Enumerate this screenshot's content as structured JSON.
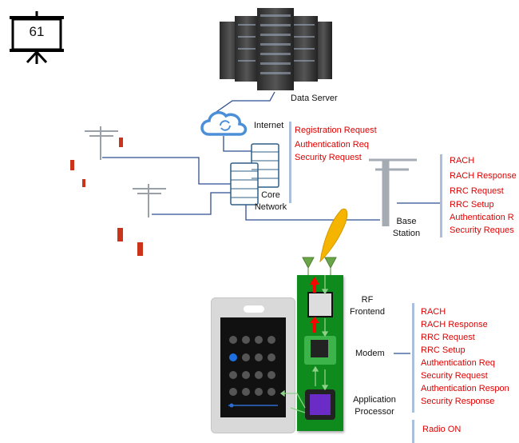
{
  "slide_number": "61",
  "labels": {
    "data_server": "Data Server",
    "internet": "Internet",
    "core_network": [
      "Core",
      "Network"
    ],
    "base_station": [
      "Base",
      "Station"
    ],
    "rf_frontend": [
      "RF",
      "Frontend"
    ],
    "modem": "Modem",
    "application_processor": [
      "Application",
      "Processor"
    ]
  },
  "core_messages": [
    "Registration Request",
    "Authentication Req",
    "Security Request"
  ],
  "base_station_messages": [
    "RACH",
    "RACH Response",
    "RRC Request",
    "RRC Setup",
    "Authentication R",
    "Security Reques"
  ],
  "modem_messages": [
    "RACH",
    "RACH Response",
    "RRC Request",
    "RRC Setup",
    "Authentication Req",
    "Security Request",
    "Authentication Respon",
    "Security Response"
  ],
  "ap_messages": [
    "Radio ON"
  ],
  "colors": {
    "message_red": "#e00000",
    "pcb_green": "#0f8a1c",
    "beam_yellow": "#f5b400",
    "link_blue": "#2f4f8f",
    "cloud_blue": "#4a8fd8"
  }
}
